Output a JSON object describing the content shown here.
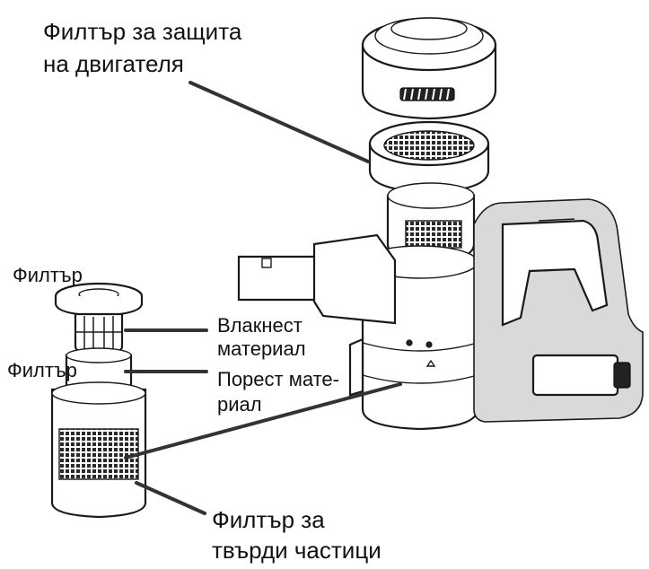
{
  "labels": {
    "motor_filter_line1": "Филтър за защита",
    "motor_filter_line2": "на двигателя",
    "filter_top": "Филтър",
    "filter_mid": "Филтър",
    "fibrous_line1": "Влакнест",
    "fibrous_line2": "материал",
    "porous_line1": "Порест мате-",
    "porous_line2": "риал",
    "solid_line1": "Филтър за",
    "solid_line2": "твърди частици"
  }
}
